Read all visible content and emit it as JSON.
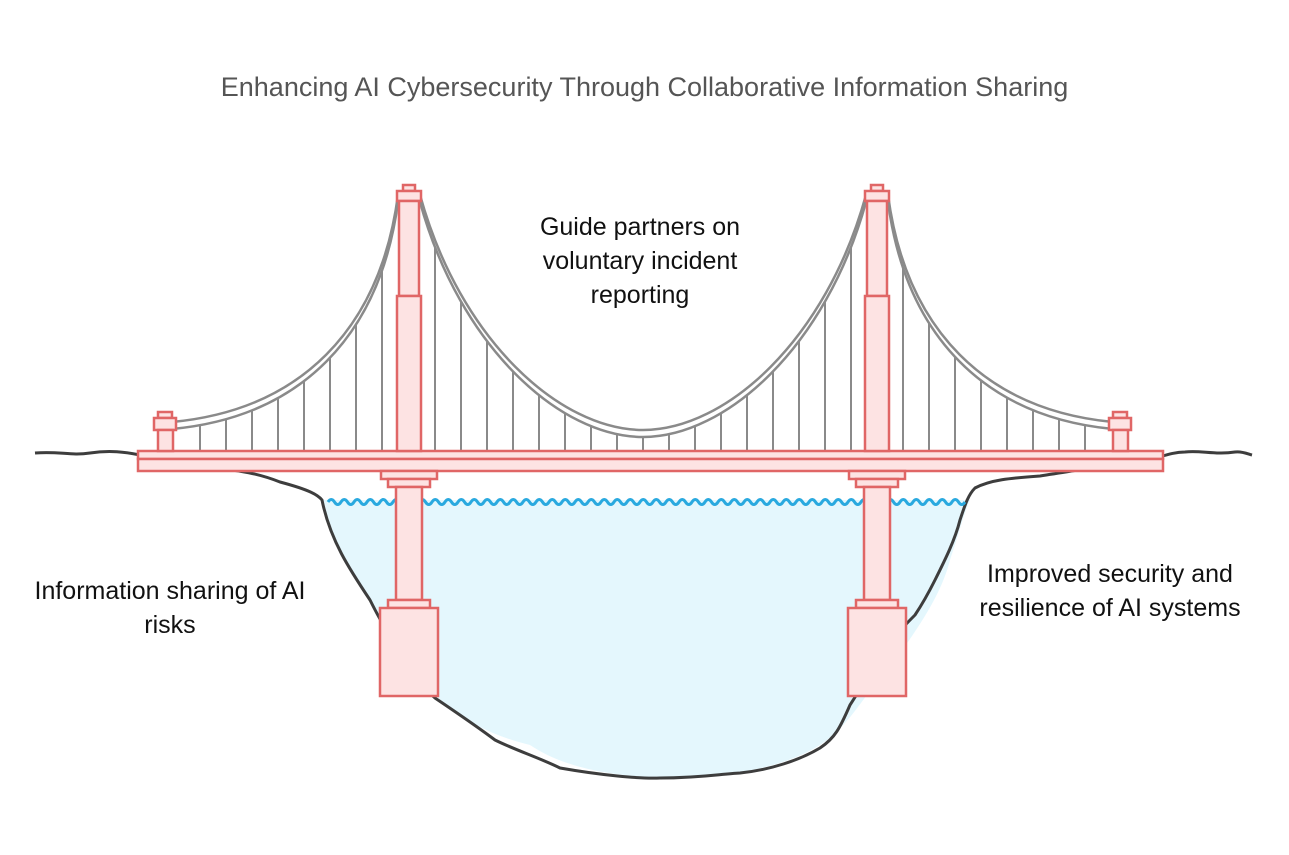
{
  "title": "Enhancing AI Cybersecurity Through Collaborative Information Sharing",
  "labels": {
    "top": "Guide partners on voluntary incident reporting",
    "left": "Information sharing of AI risks",
    "right": "Improved security and resilience of AI systems"
  },
  "colors": {
    "bridge_stroke": "#e06666",
    "bridge_fill": "#fde3e3",
    "cable": "#8a8a8a",
    "water_fill": "#e4f7fd",
    "water_line": "#29a9df",
    "ground": "#3d3d3d",
    "title": "#555555",
    "text": "#111111"
  }
}
